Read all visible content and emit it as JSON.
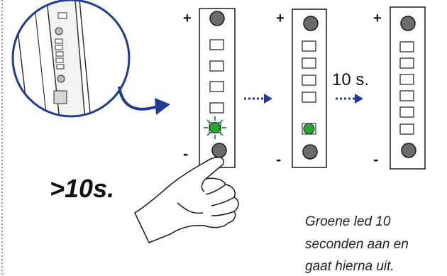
{
  "panels": [
    {
      "plus": "+",
      "minus": "-",
      "led_state": "blinking"
    },
    {
      "plus": "+",
      "minus": "-",
      "led_state": "on"
    },
    {
      "plus": "+",
      "minus": "-",
      "led_state": "off"
    }
  ],
  "duration_label": ">10s.",
  "timer_label": "10 s.",
  "caption": {
    "line1": "Groene led 10",
    "line2": "seconden aan en",
    "line3": "gaat hierna uit."
  },
  "colors": {
    "led_green": "#27a832",
    "arrow_blue": "#1f3a93",
    "button_gray": "#6b6b6b",
    "outline": "#1a1a1a"
  }
}
